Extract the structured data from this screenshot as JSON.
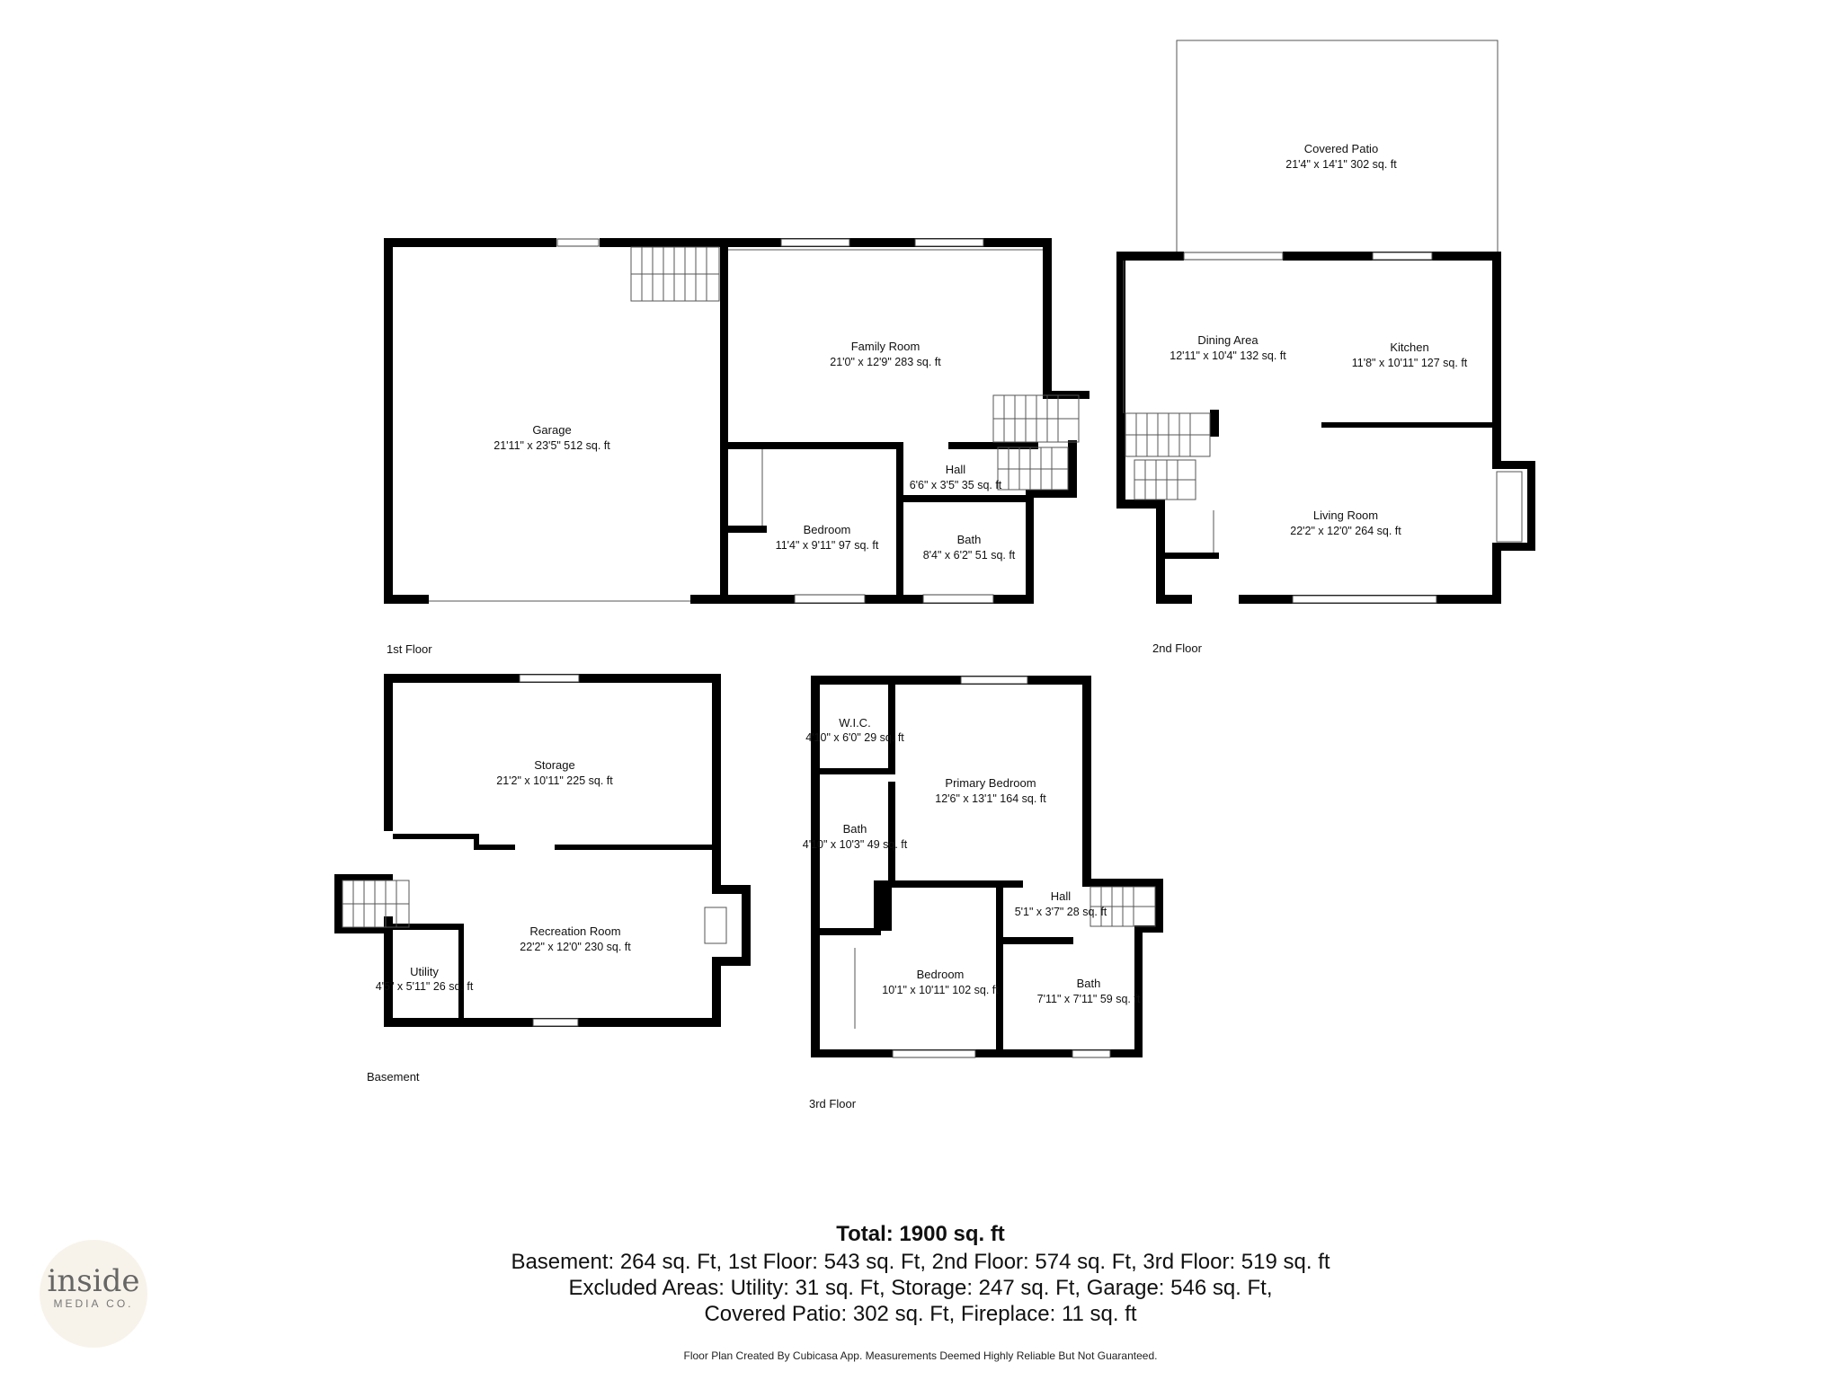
{
  "floors": {
    "first": "1st Floor",
    "second": "2nd Floor",
    "basement": "Basement",
    "third": "3rd Floor"
  },
  "rooms": {
    "garage": {
      "name": "Garage",
      "dims": "21'11\" x 23'5\" 512 sq. ft"
    },
    "family_room": {
      "name": "Family Room",
      "dims": "21'0\" x 12'9\" 283 sq. ft"
    },
    "bedroom_1": {
      "name": "Bedroom",
      "dims": "11'4\" x 9'11\" 97 sq. ft"
    },
    "hall_1": {
      "name": "Hall",
      "dims": "6'6\" x 3'5\" 35 sq. ft"
    },
    "bath_1": {
      "name": "Bath",
      "dims": "8'4\" x 6'2\" 51 sq. ft"
    },
    "covered_patio": {
      "name": "Covered Patio",
      "dims": "21'4\" x 14'1\" 302 sq. ft"
    },
    "dining_area": {
      "name": "Dining Area",
      "dims": "12'11\" x 10'4\" 132 sq. ft"
    },
    "kitchen": {
      "name": "Kitchen",
      "dims": "11'8\" x 10'11\" 127 sq. ft"
    },
    "living_room": {
      "name": "Living Room",
      "dims": "22'2\" x 12'0\" 264 sq. ft"
    },
    "storage": {
      "name": "Storage",
      "dims": "21'2\" x 10'11\" 225 sq. ft"
    },
    "recreation_room": {
      "name": "Recreation Room",
      "dims": "22'2\" x 12'0\" 230 sq. ft"
    },
    "utility": {
      "name": "Utility",
      "dims": "4'5\" x 5'11\" 26 sq. ft"
    },
    "wic": {
      "name": "W.I.C.",
      "dims": "4'10\" x 6'0\" 29 sq. ft"
    },
    "bath_3a": {
      "name": "Bath",
      "dims": "4'10\" x 10'3\" 49 sq. ft"
    },
    "primary_bedroom": {
      "name": "Primary Bedroom",
      "dims": "12'6\" x 13'1\" 164 sq. ft"
    },
    "hall_3": {
      "name": "Hall",
      "dims": "5'1\" x 3'7\" 28 sq. ft"
    },
    "bedroom_3": {
      "name": "Bedroom",
      "dims": "10'1\" x 10'11\" 102 sq. ft"
    },
    "bath_3b": {
      "name": "Bath",
      "dims": "7'11\" x 7'11\" 59 sq. ft"
    }
  },
  "summary": {
    "total": "Total: 1900 sq. ft",
    "line1": "Basement: 264 sq. Ft, 1st Floor: 543 sq. Ft, 2nd Floor: 574 sq. Ft, 3rd Floor: 519 sq. ft",
    "line2": "Excluded Areas: Utility: 31 sq. Ft, Storage: 247 sq. Ft, Garage: 546 sq. Ft,",
    "line3": "Covered Patio: 302 sq. Ft, Fireplace: 11 sq. ft"
  },
  "disclaimer": "Floor Plan Created By Cubicasa App. Measurements Deemed Highly Reliable But Not Guaranteed.",
  "logo": {
    "brand": "inside",
    "sub": "MEDIA CO."
  },
  "colors": {
    "wall": "#000000",
    "background": "#ffffff",
    "logo_bg": "#f7f3ea"
  }
}
